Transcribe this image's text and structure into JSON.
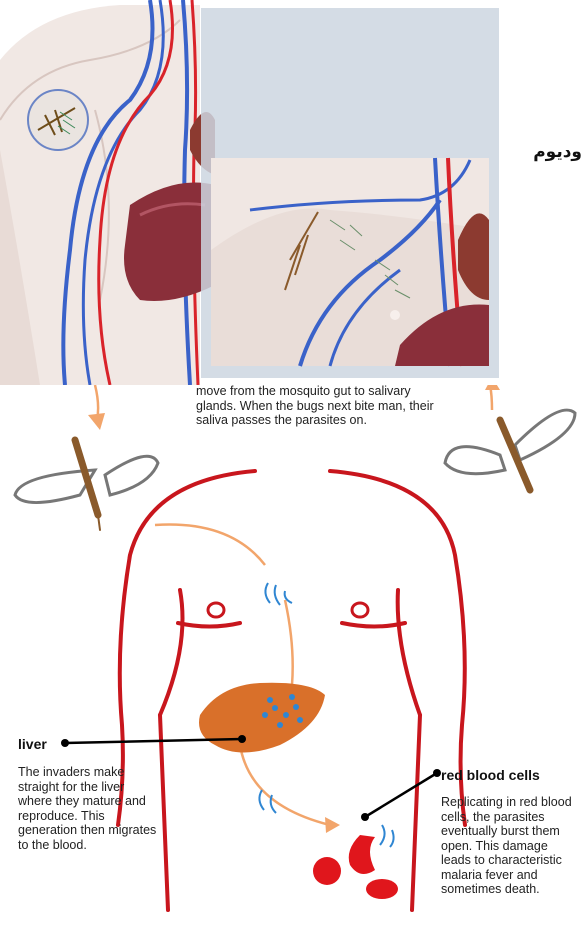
{
  "top_illustration": {
    "rtl_fragment": "ودیوم"
  },
  "mosquito_caption": {
    "text": "move from the mosquito gut to salivary glands. When the bugs next bite man, their saliva passes the parasites on."
  },
  "liver": {
    "heading": "liver",
    "caption": "The invaders make straight for the liver where they mature and reproduce. This generation then migrates to the blood."
  },
  "red_blood_cells": {
    "heading": "red blood cells",
    "caption": "Replicating in red blood cells, the parasites eventually burst them open. This damage leads to characteristic malaria fever and sometimes death."
  },
  "colors": {
    "body_outline": "#c8161d",
    "arrow": "#f2a56b",
    "liver": "#d9702a",
    "parasite": "#2f86d2",
    "blood_cell": "#e0161c",
    "mosquito_body": "#8a5a2b"
  }
}
